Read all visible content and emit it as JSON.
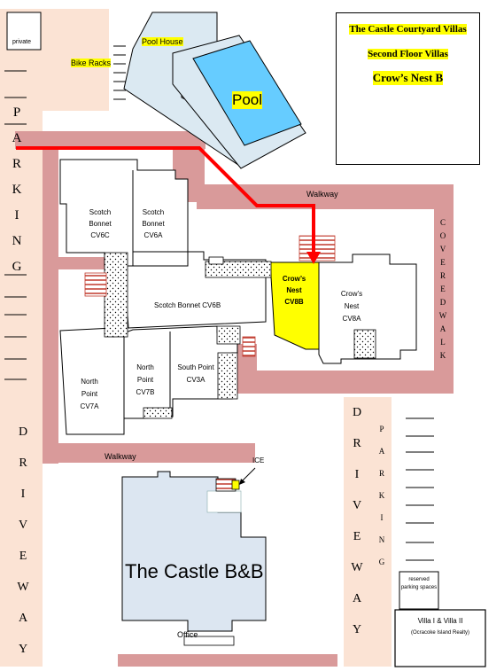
{
  "title": {
    "line1": "The Castle Courtyard Villas",
    "line2": "Second Floor Villas",
    "line3": "Crow’s Nest B"
  },
  "labels": {
    "private": "private",
    "bike_racks": "Bike Racks",
    "pool_house": "Pool House",
    "pool": "Pool",
    "walkway_top": "Walkway",
    "walkway_bottom": "Walkway",
    "covered_walk": [
      "C",
      "O",
      "V",
      "E",
      "R",
      "E",
      "D",
      "W",
      "A",
      "L",
      "K"
    ],
    "parking_left": [
      "P",
      "A",
      "R",
      "K",
      "I",
      "N",
      "G"
    ],
    "driveway_left": [
      "D",
      "R",
      "I",
      "V",
      "E",
      "W",
      "A",
      "Y"
    ],
    "driveway_right": [
      "D",
      "R",
      "I",
      "V",
      "E",
      "W",
      "A",
      "Y"
    ],
    "parking_right": [
      "P",
      "A",
      "R",
      "K",
      "I",
      "N",
      "G"
    ],
    "ice": "ICE",
    "castle_bb": "The Castle B&B",
    "office": "Office",
    "reserved_parking": "reserved parking spaces",
    "villa_line1": "Villa I & Villa II",
    "villa_line2": "(Ocracoke Island Realty)"
  },
  "units": {
    "cv6c": [
      "Scotch",
      "Bonnet",
      "CV6C"
    ],
    "cv6a": [
      "Scotch",
      "Bonnet",
      "CV6A"
    ],
    "cv6b": "Scotch Bonnet CV6B",
    "cv8b": [
      "Crow’s",
      "Nest",
      "CV8B"
    ],
    "cv8a": [
      "Crow’s",
      "Nest",
      "CV8A"
    ],
    "cv7a": [
      "North",
      "Point",
      "CV7A"
    ],
    "cv7b": [
      "North",
      "Point",
      "CV7B"
    ],
    "cv3a": [
      "South Point",
      "CV3A"
    ]
  },
  "colors": {
    "walkway": "#d99a9a",
    "driveway": "#fbe3d4",
    "highlight": "#ffff00",
    "pool": "#66ccff",
    "pool_house": "#dbe9f2",
    "castle": "#dce6f1",
    "route": "#ff0000"
  }
}
